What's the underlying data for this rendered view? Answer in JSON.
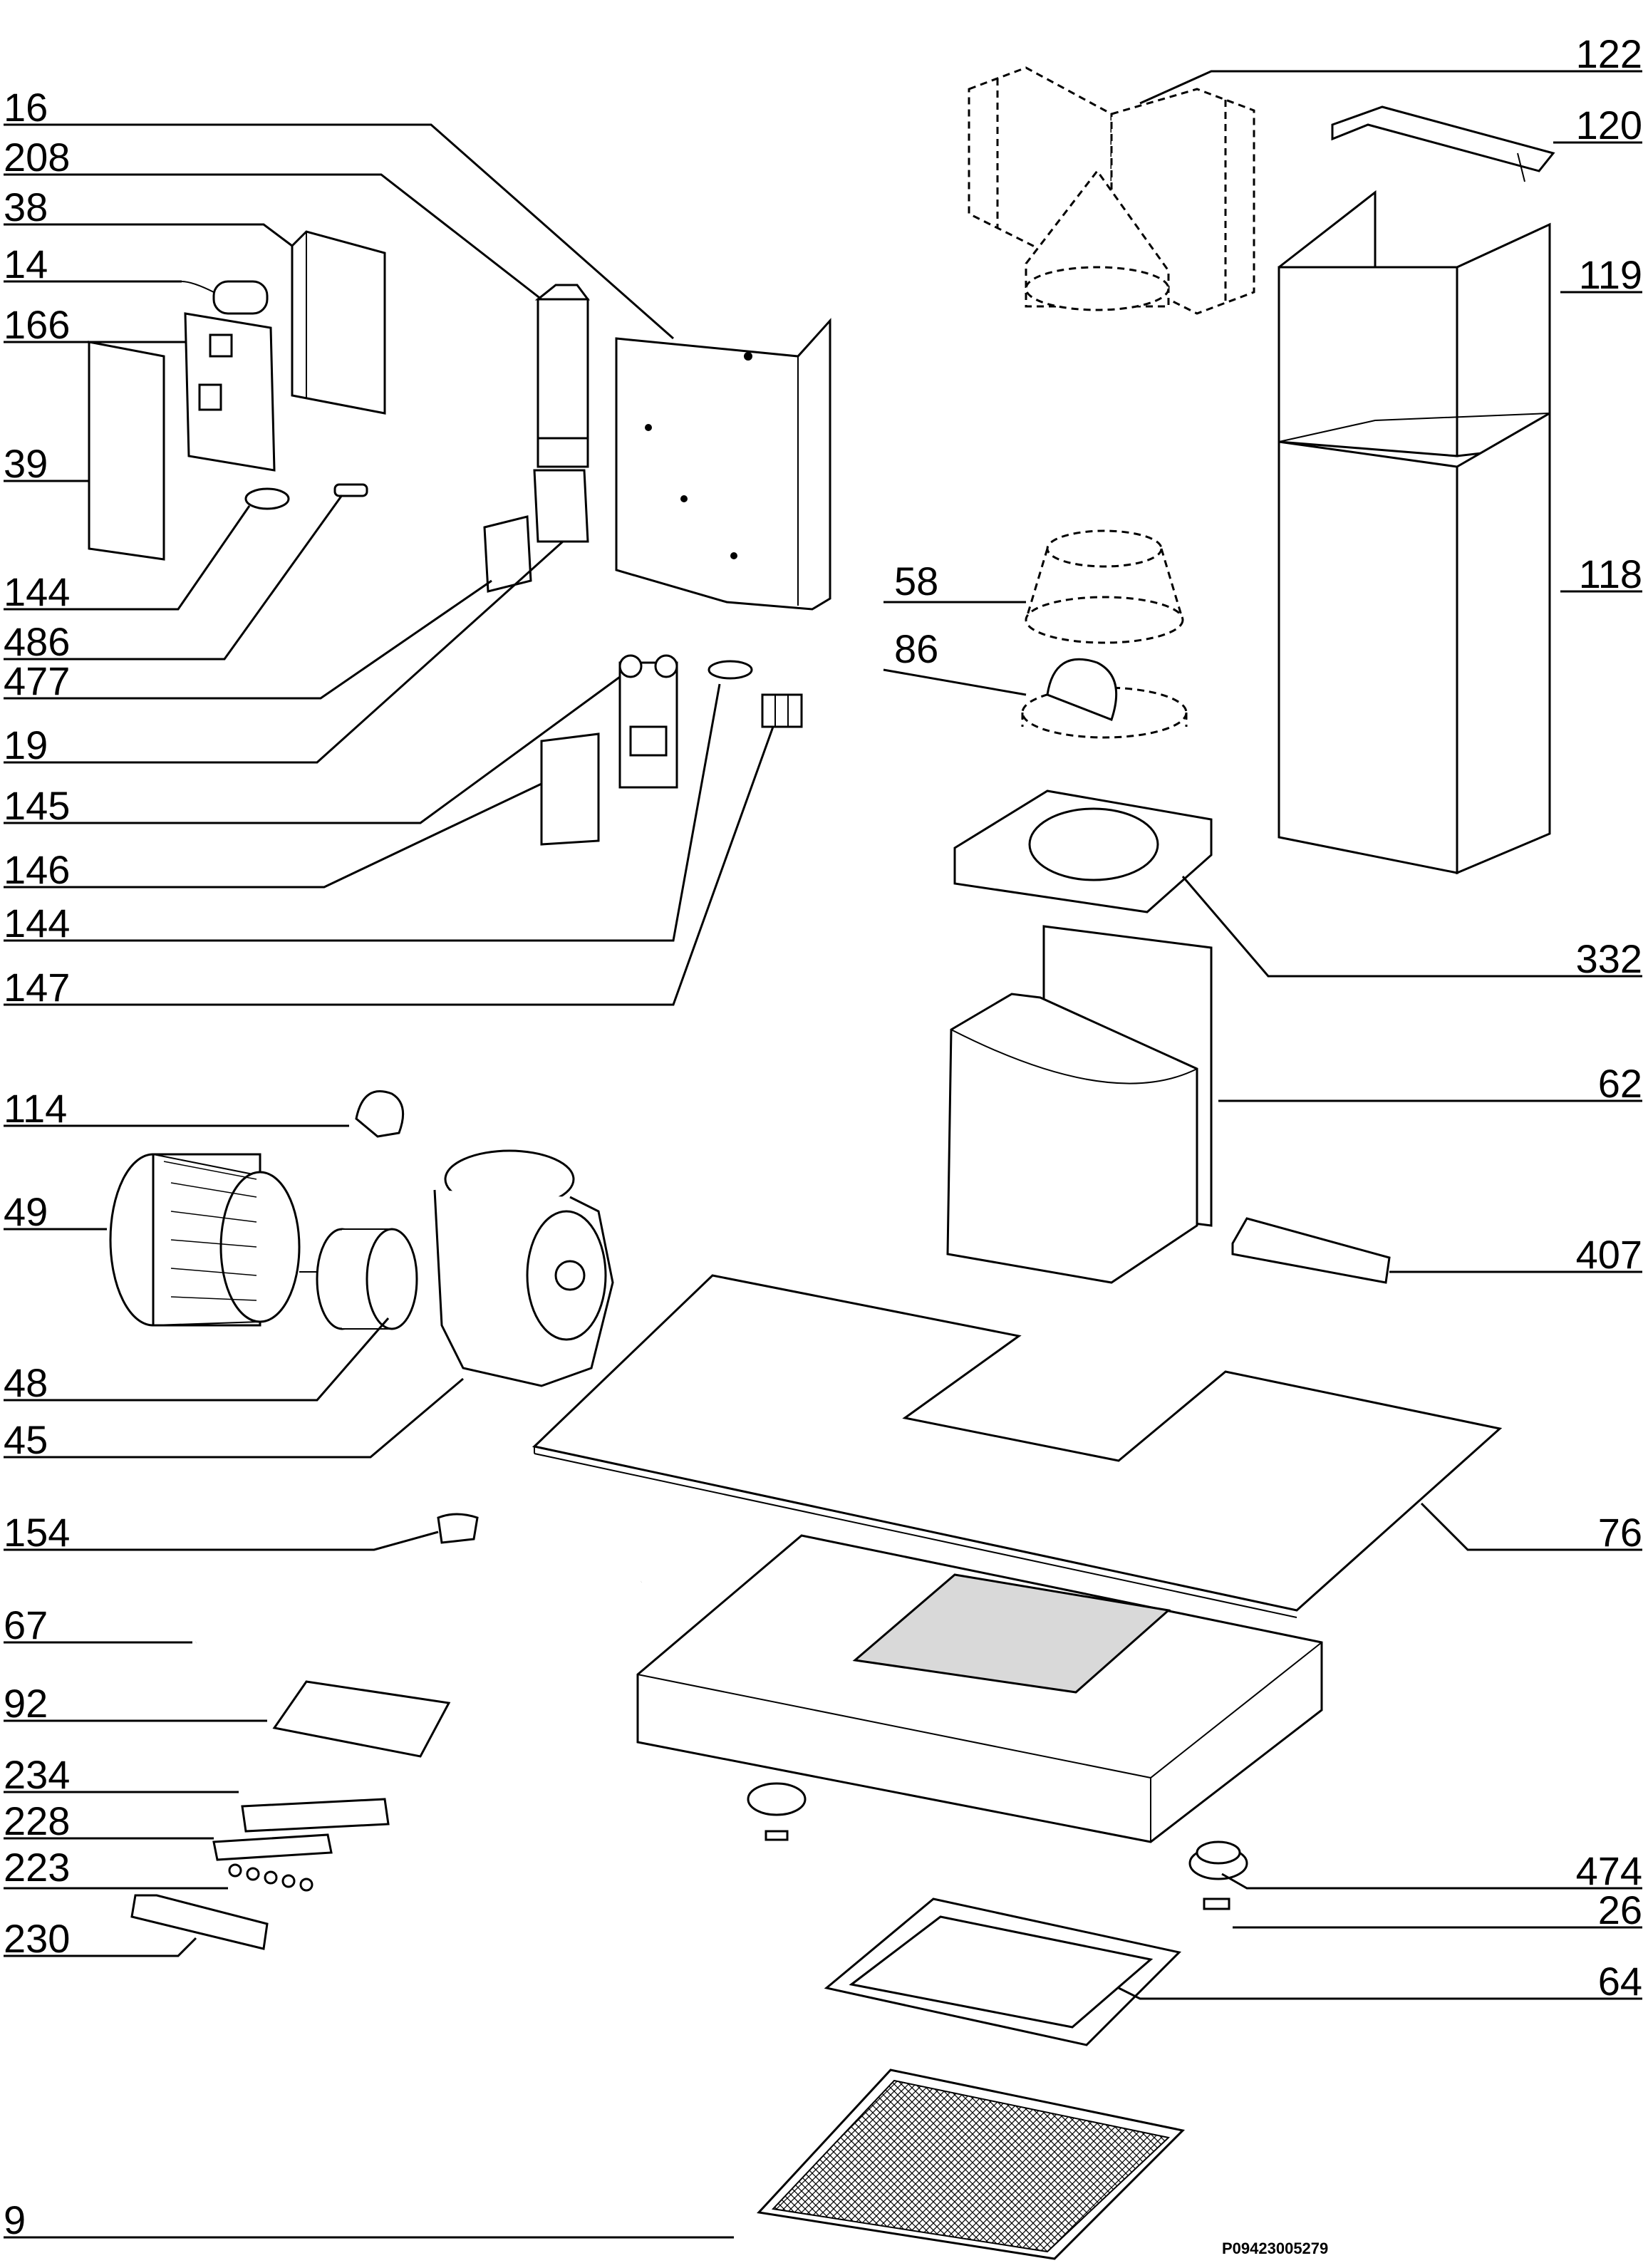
{
  "labels": {
    "l16": "16",
    "l208": "208",
    "l38": "38",
    "l14": "14",
    "l166": "166",
    "l39": "39",
    "l144a": "144",
    "l486": "486",
    "l477": "477",
    "l19": "19",
    "l145": "145",
    "l146": "146",
    "l144b": "144",
    "l147": "147",
    "l114": "114",
    "l49": "49",
    "l48": "48",
    "l45": "45",
    "l154": "154",
    "l67": "67",
    "l92": "92",
    "l234": "234",
    "l228": "228",
    "l223": "223",
    "l230": "230",
    "l9": "9",
    "l122": "122",
    "l120": "120",
    "l119": "119",
    "l118": "118",
    "l58": "58",
    "l86": "86",
    "l332": "332",
    "l62": "62",
    "l407": "407",
    "l76": "76",
    "l474": "474",
    "l26": "26",
    "l64": "64"
  },
  "drawing_code": "P09423005279"
}
